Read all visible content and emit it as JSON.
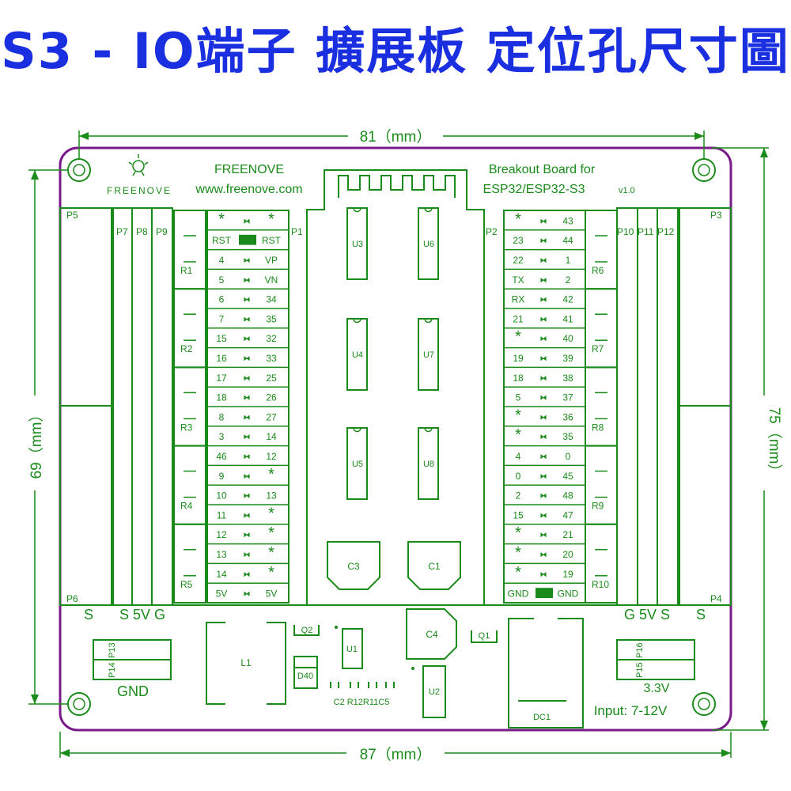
{
  "title": "S3 - IO端子 擴展板 定位孔尺寸圖",
  "dimensions": {
    "top": "81（mm）",
    "bottom": "87（mm）",
    "left": "69（mm）",
    "right": "75（mm）"
  },
  "brand": {
    "logo_text": "FREENOVE",
    "name": "FREENOVE",
    "url": "www.freenove.com",
    "board_title_1": "Breakout Board for",
    "board_title_2": "ESP32/ESP32-S3",
    "version": "v1.0"
  },
  "headers": {
    "P5": "P5",
    "P6": "P6",
    "P3": "P3",
    "P4": "P4",
    "P7": "P7",
    "P8": "P8",
    "P9": "P9",
    "P1": "P1",
    "P2": "P2",
    "P10": "P10",
    "P11": "P11",
    "P12": "P12"
  },
  "left_pins": [
    [
      "*",
      "*"
    ],
    [
      "RST",
      "RST"
    ],
    [
      "4",
      "VP"
    ],
    [
      "5",
      "VN"
    ],
    [
      "6",
      "34"
    ],
    [
      "7",
      "35"
    ],
    [
      "15",
      "32"
    ],
    [
      "16",
      "33"
    ],
    [
      "17",
      "25"
    ],
    [
      "18",
      "26"
    ],
    [
      "8",
      "27"
    ],
    [
      "3",
      "14"
    ],
    [
      "46",
      "12"
    ],
    [
      "9",
      "*"
    ],
    [
      "10",
      "13"
    ],
    [
      "11",
      "*"
    ],
    [
      "12",
      "*"
    ],
    [
      "13",
      "*"
    ],
    [
      "14",
      "*"
    ],
    [
      "5V",
      "5V"
    ]
  ],
  "right_pins": [
    [
      "*",
      "43"
    ],
    [
      "23",
      "44"
    ],
    [
      "22",
      "1"
    ],
    [
      "TX",
      "2"
    ],
    [
      "RX",
      "42"
    ],
    [
      "21",
      "41"
    ],
    [
      "*",
      "40"
    ],
    [
      "19",
      "39"
    ],
    [
      "18",
      "38"
    ],
    [
      "5",
      "37"
    ],
    [
      "*",
      "36"
    ],
    [
      "*",
      "35"
    ],
    [
      "4",
      "0"
    ],
    [
      "0",
      "45"
    ],
    [
      "2",
      "48"
    ],
    [
      "15",
      "47"
    ],
    [
      "*",
      "21"
    ],
    [
      "*",
      "20"
    ],
    [
      "*",
      "19"
    ],
    [
      "GND",
      "GND"
    ]
  ],
  "resistors_left": [
    "R1",
    "R2",
    "R3",
    "R4",
    "R5"
  ],
  "resistors_right": [
    "R6",
    "R7",
    "R8",
    "R9",
    "R10"
  ],
  "chips": [
    "U3",
    "U6",
    "U4",
    "U7",
    "U5",
    "U8"
  ],
  "caps": [
    "C3",
    "C1",
    "C4"
  ],
  "power_labels": {
    "left_bottom": "S",
    "left_s5vg": "S 5V G",
    "right_g5vs": "G 5V S",
    "right_bottom": "S",
    "gnd": "GND",
    "v33": "3.3V",
    "input": "Input: 7-12V"
  },
  "bottom_parts": {
    "P13": "P13",
    "P14": "P14",
    "P15": "P15",
    "P16": "P16",
    "L1": "L1",
    "Q2": "Q2",
    "Q1": "Q1",
    "U1": "U1",
    "U2": "U2",
    "D40": "D40",
    "DC1": "DC1",
    "smd_row": "C2 R12R11C5"
  }
}
